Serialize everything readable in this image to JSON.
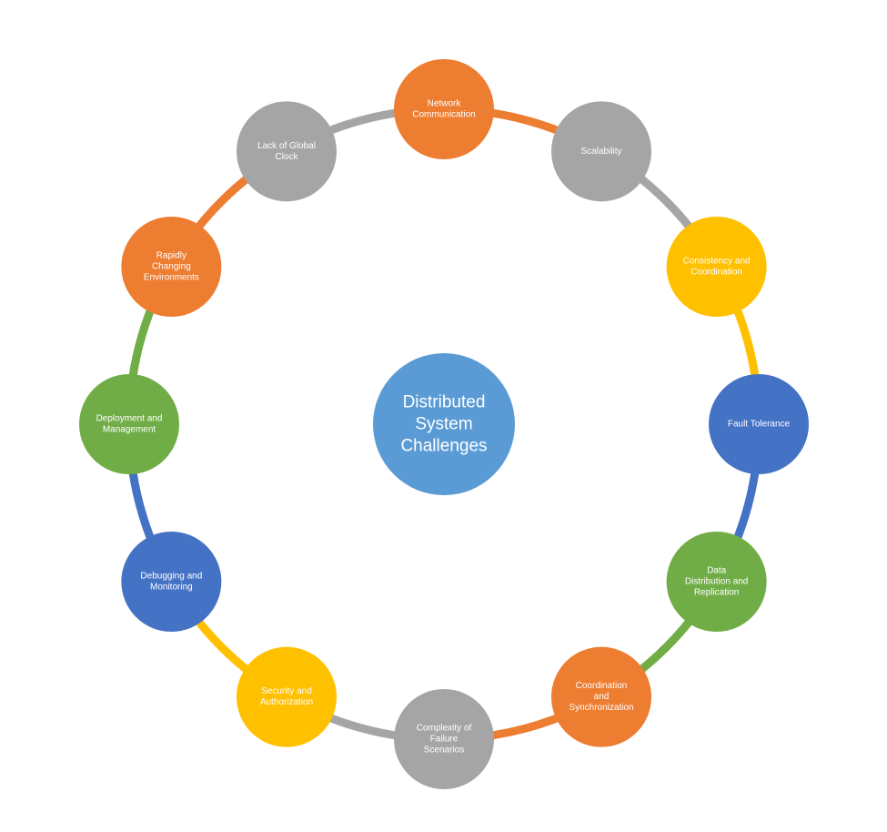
{
  "center": {
    "lines": [
      "Distributed",
      "System",
      "Challenges"
    ],
    "color": "#5B9BD5"
  },
  "colors": {
    "orange": "#ED7D31",
    "gray": "#A5A5A5",
    "gold": "#FFC000",
    "blue": "#4472C4",
    "green": "#70AD47"
  },
  "nodes": [
    {
      "name": "node-network-communication",
      "lines": [
        "Network",
        "Communication"
      ],
      "color": "#ED7D31",
      "arc_color": "#ED7D31"
    },
    {
      "name": "node-scalability",
      "lines": [
        "Scalability"
      ],
      "color": "#A5A5A5",
      "arc_color": "#A5A5A5"
    },
    {
      "name": "node-consistency-and-coordination",
      "lines": [
        "Consistency and",
        "Coordination"
      ],
      "color": "#FFC000",
      "arc_color": "#FFC000"
    },
    {
      "name": "node-fault-tolerance",
      "lines": [
        "Fault Tolerance"
      ],
      "color": "#4472C4",
      "arc_color": "#4472C4"
    },
    {
      "name": "node-data-distribution-and-replication",
      "lines": [
        "Data",
        "Distribution and",
        "Replication"
      ],
      "color": "#70AD47",
      "arc_color": "#70AD47"
    },
    {
      "name": "node-coordination-and-synchronization",
      "lines": [
        "Coordination",
        "and",
        "Synchronization"
      ],
      "color": "#ED7D31",
      "arc_color": "#ED7D31"
    },
    {
      "name": "node-complexity-of-failure-scenarios",
      "lines": [
        "Complexity of",
        "Failure",
        "Scenarios"
      ],
      "color": "#A5A5A5",
      "arc_color": "#A5A5A5"
    },
    {
      "name": "node-security-and-authorization",
      "lines": [
        "Security and",
        "Authorization"
      ],
      "color": "#FFC000",
      "arc_color": "#FFC000"
    },
    {
      "name": "node-debugging-and-monitoring",
      "lines": [
        "Debugging and",
        "Monitoring"
      ],
      "color": "#4472C4",
      "arc_color": "#4472C4"
    },
    {
      "name": "node-deployment-and-management",
      "lines": [
        "Deployment and",
        "Management"
      ],
      "color": "#70AD47",
      "arc_color": "#70AD47"
    },
    {
      "name": "node-rapidly-changing-environments",
      "lines": [
        "Rapidly",
        "Changing",
        "Environments"
      ],
      "color": "#ED7D31",
      "arc_color": "#ED7D31"
    },
    {
      "name": "node-lack-of-global-clock",
      "lines": [
        "Lack of Global",
        "Clock"
      ],
      "color": "#A5A5A5",
      "arc_color": "#A5A5A5"
    }
  ]
}
